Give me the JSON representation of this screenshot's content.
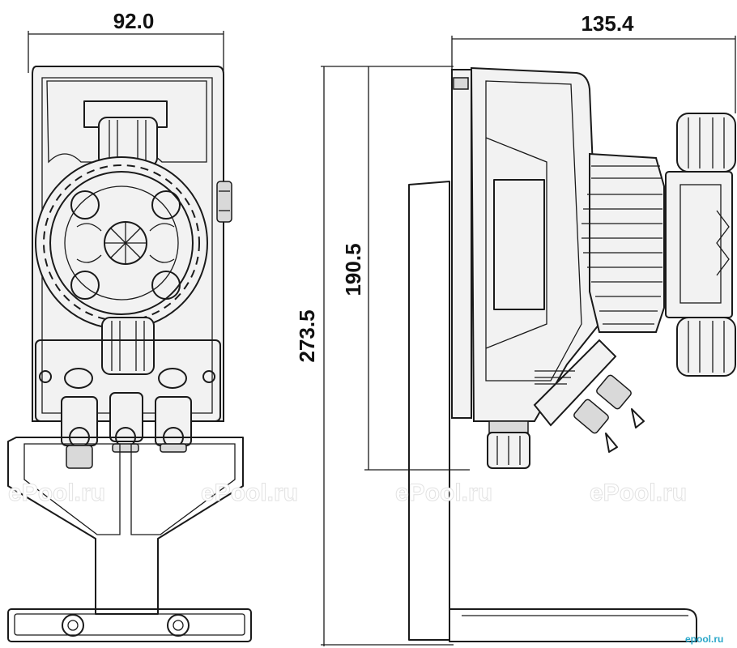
{
  "dimensions": {
    "front_width": "92.0",
    "side_depth": "135.4",
    "total_height": "273.5",
    "mount_height": "190.5"
  },
  "watermark": {
    "text": "ePool.ru",
    "corner_logo": "epool.ru"
  }
}
